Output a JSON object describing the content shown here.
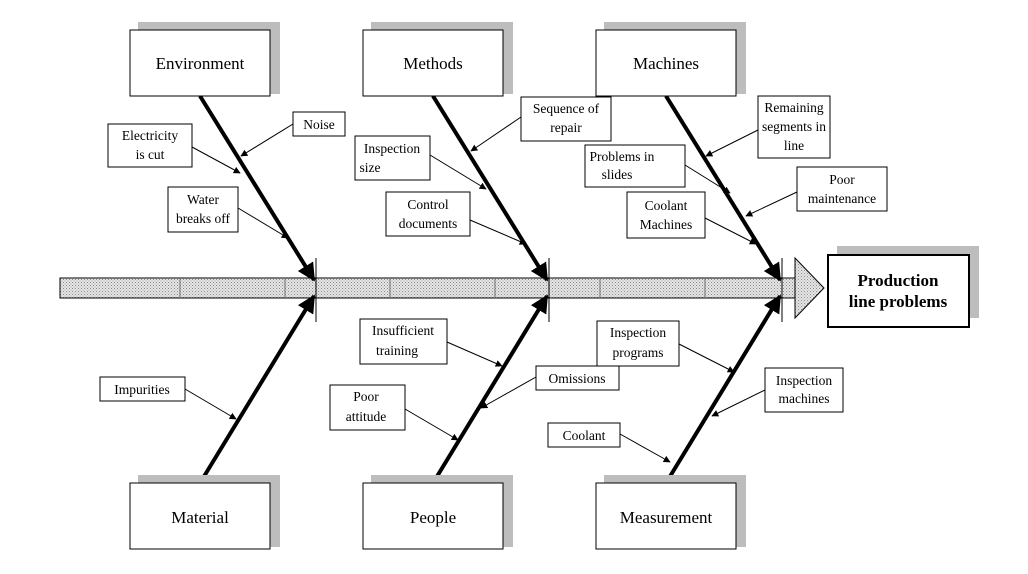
{
  "effect": {
    "line1": "Production",
    "line2": "line problems"
  },
  "categories": {
    "environment": "Environment",
    "methods": "Methods",
    "machines": "Machines",
    "material": "Material",
    "people": "People",
    "measurement": "Measurement"
  },
  "causes": {
    "noise": "Noise",
    "electricity": [
      "Electricity",
      "is cut"
    ],
    "water": [
      "Water",
      "breaks off"
    ],
    "sequence": [
      "Sequence of",
      "repair"
    ],
    "inspection_size": [
      "Inspection",
      "size"
    ],
    "control_documents": [
      "Control",
      "documents"
    ],
    "remaining_segments": [
      "Remaining",
      "segments in",
      "line"
    ],
    "problems_slides": [
      "Problems in",
      "slides"
    ],
    "poor_maintenance": [
      "Poor",
      "maintenance"
    ],
    "coolant_machines": [
      "Coolant",
      "Machines"
    ],
    "impurities": "Impurities",
    "insufficient_training": [
      "Insufficient",
      "training"
    ],
    "omissions": "Omissions",
    "poor_attitude": [
      "Poor",
      "attitude"
    ],
    "inspection_programs": [
      "Inspection",
      "programs"
    ],
    "inspection_machines": [
      "Inspection",
      "machines"
    ],
    "coolant": "Coolant"
  }
}
